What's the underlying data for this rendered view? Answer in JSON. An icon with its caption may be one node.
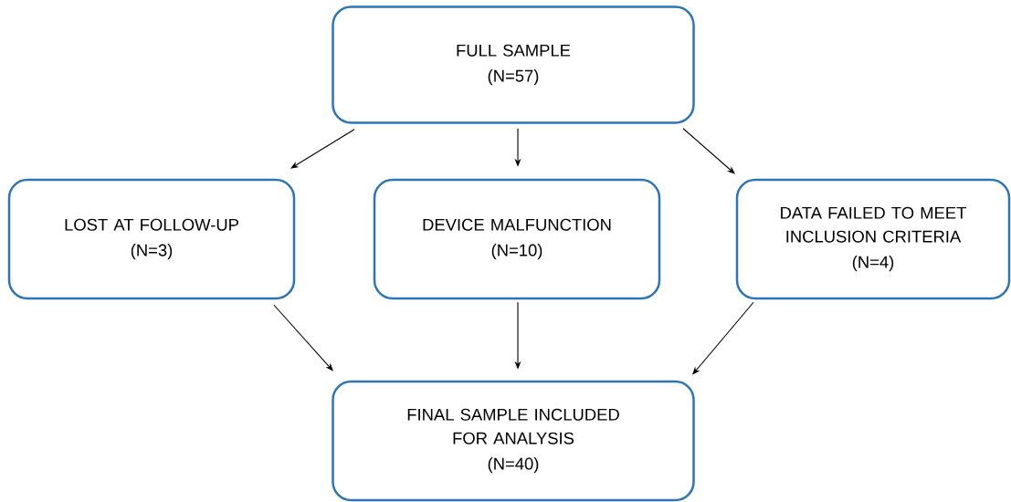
{
  "diagram": {
    "nodes": [
      {
        "text": [
          "FULL SAMPLE",
          "(N=57)"
        ]
      },
      {
        "text": [
          "LOST AT FOLLOW-UP",
          "(N=3)"
        ]
      },
      {
        "text": [
          "DEVICE MALFUNCTION",
          "(N=10)"
        ]
      },
      {
        "text": [
          "DATA FAILED TO MEET INCLUSION CRITERIA",
          "(N=4)"
        ]
      },
      {
        "text": [
          "FINAL SAMPLE INCLUDED FOR ANALYSIS",
          "(N=40)"
        ]
      }
    ],
    "edges": [
      {
        "from": 0,
        "to": 1,
        "arrow": "to"
      },
      {
        "from": 0,
        "to": 2,
        "arrow": "to"
      },
      {
        "from": 0,
        "to": 3,
        "arrow": "to"
      },
      {
        "from": 1,
        "to": 4,
        "arrow": "to"
      },
      {
        "from": 2,
        "to": 4,
        "arrow": "to"
      },
      {
        "from": 3,
        "to": 4,
        "arrow": "to"
      }
    ]
  }
}
